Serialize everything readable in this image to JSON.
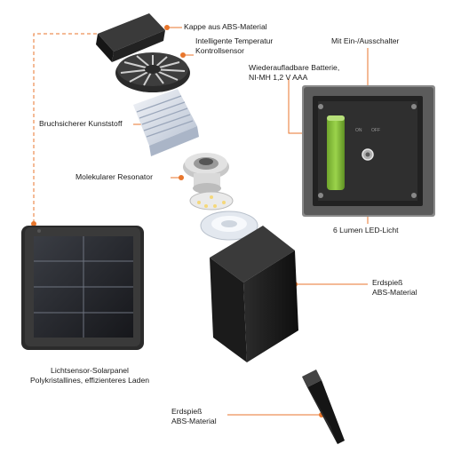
{
  "labels": {
    "cap": "Kappe aus ABS-Material",
    "sensor_line1": "Intelligente Temperatur",
    "sensor_line2": "Kontrollsensor",
    "switch": "Mit Ein-/Ausschalter",
    "battery_line1": "Wiederaufladbare Batterie,",
    "battery_line2": "NI-MH 1,2 V AAA",
    "plastic": "Bruchsicherer Kunststoff",
    "resonator": "Molekularer Resonator",
    "led": "6 Lumen LED-Licht",
    "stake_top_line1": "Erdspieß",
    "stake_top_line2": "ABS-Material",
    "solar_line1": "Lichtsensor-Solarpanel",
    "solar_line2": "Polykristallines, effizienteres Laden",
    "stake_bottom_line1": "Erdspieß",
    "stake_bottom_line2": "ABS-Material",
    "switch_on": "ON",
    "switch_off": "OFF"
  },
  "colors": {
    "leader": "#e8762c",
    "body_dark": "#1e1e1e",
    "battery_green": "#8cc43e"
  }
}
